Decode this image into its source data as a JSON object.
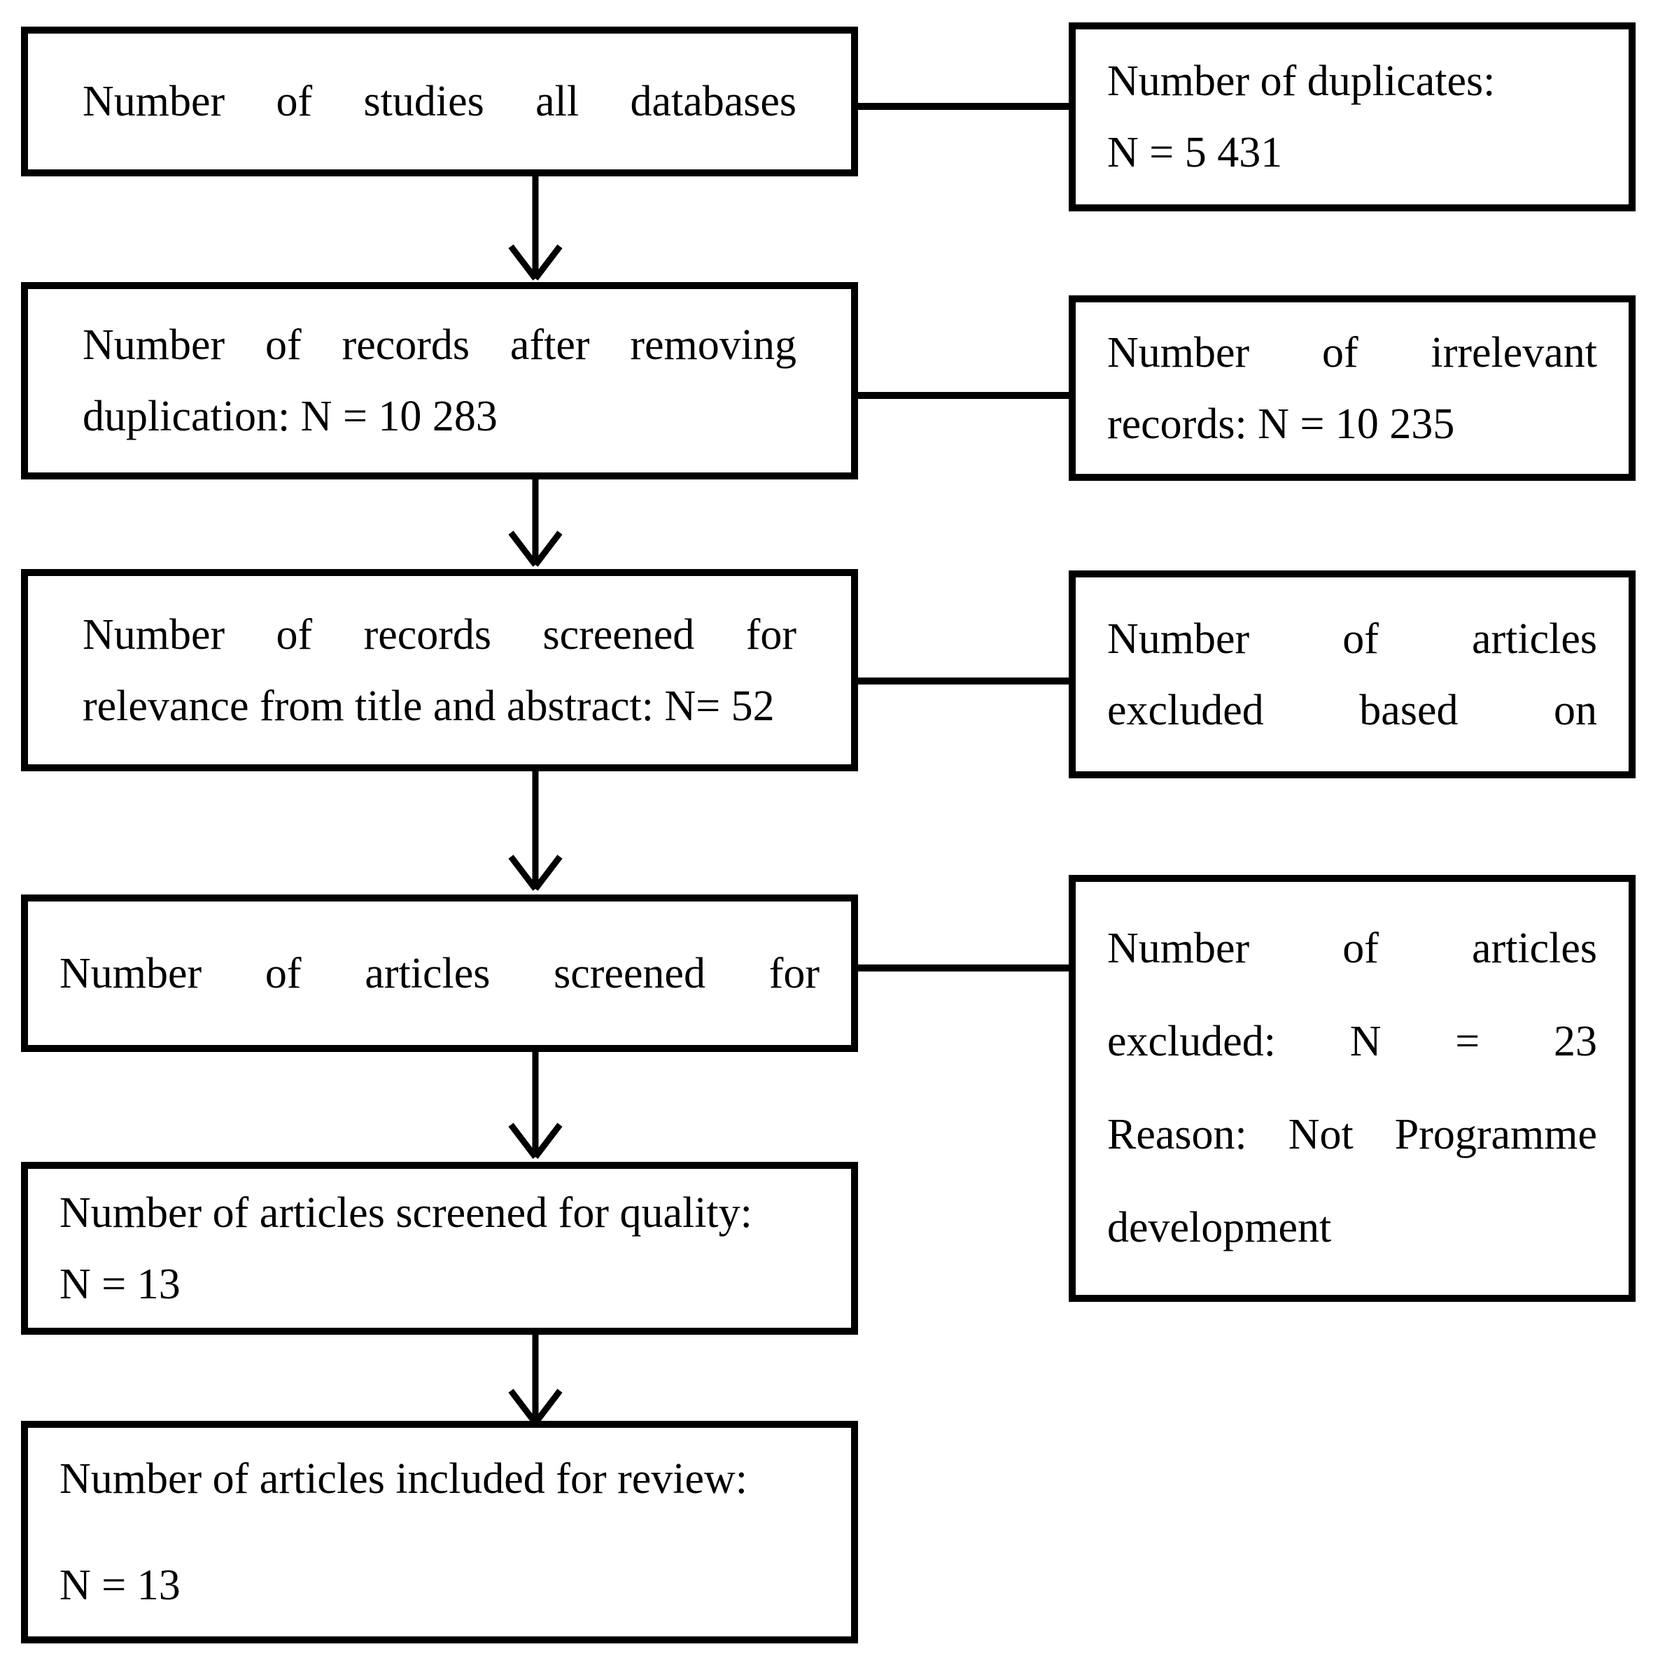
{
  "diagram": {
    "type": "flowchart",
    "colors": {
      "ink": "#000000",
      "background": "#ffffff"
    },
    "boxes": {
      "left": [
        {
          "lines": [
            "Number of studies all databases"
          ]
        },
        {
          "lines": [
            "Number of records after removing",
            "duplication: N = 10 283"
          ]
        },
        {
          "lines": [
            "Number of records screened for",
            "relevance from title and abstract: N= 52"
          ]
        },
        {
          "lines": [
            "Number of articles screened for"
          ]
        },
        {
          "lines": [
            "Number of articles screened for quality:",
            "N = 13"
          ]
        },
        {
          "lines": [
            "Number of articles included for review:",
            "N = 13"
          ]
        }
      ],
      "right": [
        {
          "lines": [
            "Number of duplicates:",
            "N = 5 431"
          ]
        },
        {
          "lines": [
            "Number of irrelevant",
            "records: N = 10 235"
          ]
        },
        {
          "lines": [
            "Number of articles",
            "excluded based on"
          ]
        },
        {
          "lines": [
            "Number of articles",
            "excluded: N = 23",
            "Reason: Not Programme",
            "development"
          ]
        }
      ]
    }
  }
}
